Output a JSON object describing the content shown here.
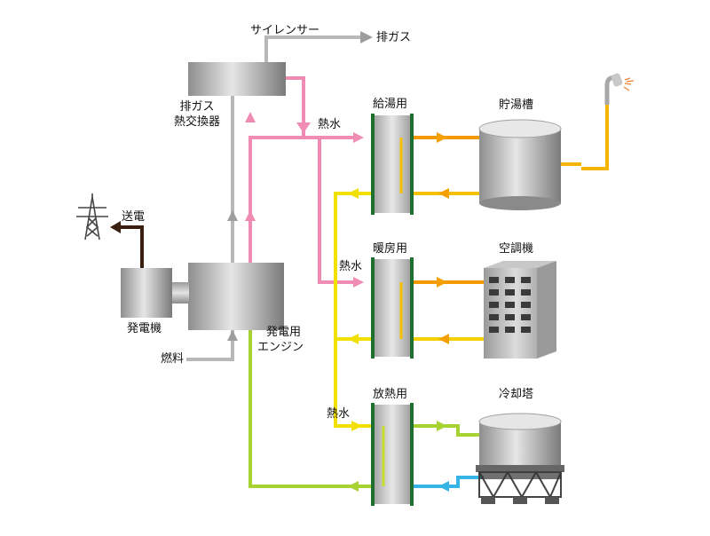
{
  "labels": {
    "silencer": "サイレンサー",
    "exhaust_gas": "排ガス",
    "exhaust_hx_line1": "排ガス",
    "exhaust_hx_line2": "熱交換器",
    "hot_water_1": "熱水",
    "hot_water_2": "熱水",
    "hot_water_3": "熱水",
    "hx_supply": "給湯用",
    "hx_heating": "暖房用",
    "hx_radiator": "放熱用",
    "hot_water_tank": "貯湯槽",
    "air_conditioner": "空調機",
    "cooling_tower": "冷却塔",
    "power_transmission": "送電",
    "generator": "発電機",
    "engine_line1": "発電用",
    "engine_line2": "エンジン",
    "fuel": "燃料"
  },
  "icons": {
    "pylon": "power-pylon-icon",
    "shower": "shower-head-icon"
  },
  "colors": {
    "exhaust": "#b8b8b8",
    "hot_water": "#f08cb4",
    "return_water": "#f2e000",
    "supply_loop": "#f4b400",
    "coolant": "#a6d232",
    "cooling_cold": "#36b4e6",
    "hx_frame": "#1e6e2e"
  }
}
